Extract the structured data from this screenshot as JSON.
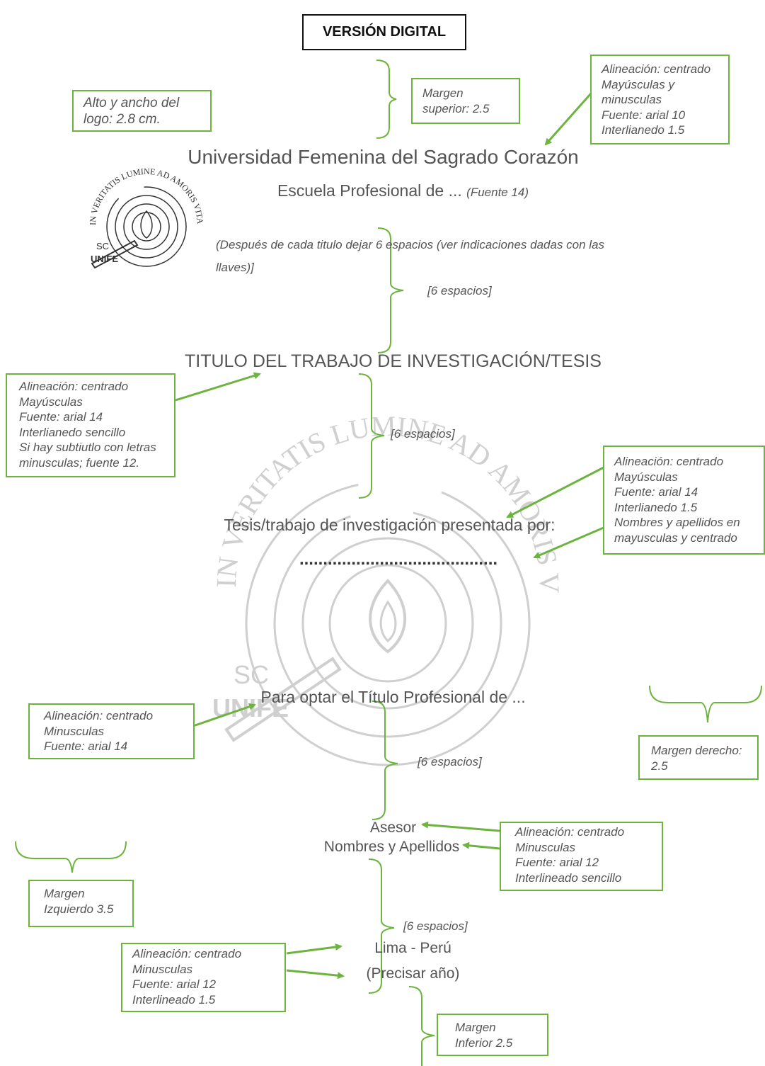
{
  "header": {
    "version_label": "VERSIÓN DIGITAL"
  },
  "university": {
    "name": "Universidad Femenina del Sagrado Corazón",
    "school": "Escuela Profesional de ...",
    "school_font_note": "(Fuente 14)"
  },
  "logo": {
    "motto": "IN VERITATIS LUMINE AD AMORIS VITAM",
    "initials": "SC",
    "acronym": "UNIFE"
  },
  "instructions": {
    "after_title_line1": "(Después de cada titulo dejar 6 espacios (ver indicaciones dadas con las",
    "after_title_line2": "llaves)]"
  },
  "spacing_label": "[6 espacios]",
  "document": {
    "thesis_title": "TITULO DEL TRABAJO DE INVESTIGACIÓN/TESIS",
    "presented_by": "Tesis/trabajo de investigación presentada por:",
    "author_dots": "..........................................",
    "degree": "Para optar el Título Profesional de ...",
    "advisor_label": "Asesor",
    "advisor_name": "Nombres y Apellidos",
    "city": "Lima - Perú",
    "year": "(Precisar año)"
  },
  "notes": {
    "logo_size": [
      "Alto y ancho del",
      "logo: 2.8 cm."
    ],
    "margin_top": [
      "Margen",
      "superior: 2.5"
    ],
    "university_format": [
      "Alineación: centrado",
      "Mayúsculas y",
      "minusculas",
      "Fuente: arial 10",
      "Interlianedo 1.5"
    ],
    "title_format": [
      "Alineación: centrado",
      "Mayúsculas",
      "Fuente: arial 14",
      "Interlianedo sencillo",
      "Si hay subtiutlo con letras",
      "minusculas; fuente 12."
    ],
    "presenter_format": [
      "Alineación: centrado",
      "Mayúsculas",
      "Fuente: arial 14",
      "Interlianedo 1.5",
      "Nombres y apellidos en",
      "mayusculas y centrado"
    ],
    "degree_format": [
      "Alineación: centrado",
      "Minusculas",
      "Fuente: arial 14"
    ],
    "margin_right": [
      "Margen derecho:",
      "2.5"
    ],
    "advisor_format": [
      "Alineación: centrado",
      "Minusculas",
      "Fuente: arial 12",
      "Interlineado sencillo"
    ],
    "margin_left": [
      "Margen",
      "Izquierdo 3.5"
    ],
    "city_format": [
      "Alineación: centrado",
      "Minusculas",
      "Fuente: arial 12",
      "Interlineado 1.5"
    ],
    "margin_bottom": [
      "Margen",
      "Inferior 2.5"
    ]
  },
  "colors": {
    "accent_green": "#6db33f",
    "text": "#555555",
    "watermark": "#cfcfcf"
  }
}
